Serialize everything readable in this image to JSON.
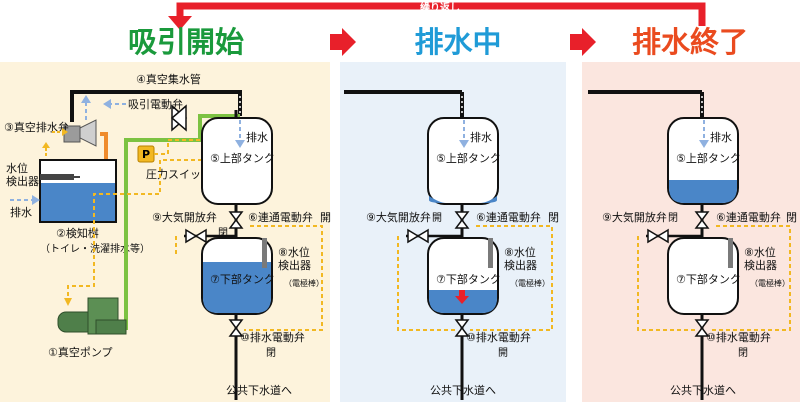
{
  "loop_label": "繰り返し",
  "colors": {
    "phase1": "#1a9a3c",
    "phase2": "#1f9bd7",
    "phase3": "#ea4b1f",
    "arrow_red": "#e8202a",
    "panel1": "#fdf3dc",
    "panel2": "#e9f1f9",
    "panel3": "#fbe6df",
    "water": "#4a86c8",
    "pipe_green": "#7cc242",
    "pipe_orange": "#ef8b2c",
    "signal_dash": "#f2b822",
    "vacuum_dash": "#8fb1e0"
  },
  "phases": [
    {
      "title": "吸引開始"
    },
    {
      "title": "排水中"
    },
    {
      "title": "排水終了"
    }
  ],
  "panel1": {
    "vacuum_main": "④真空集水管",
    "vacuum_valve": "③真空排水弁",
    "suction_valve": "吸引電動弁",
    "level_detector": "水位\n検出器",
    "drain_arrow": "排水",
    "sensing_tank": "②検知桝",
    "sensing_tank_note": "（トイレ・洗濯排水等）",
    "pump": "①真空ポンプ",
    "pressure_icon": "P",
    "pressure_switch": "圧力スイッチ"
  },
  "common": {
    "drain_in": "排水",
    "upper_tank": "⑤上部タンク",
    "lower_tank": "⑦下部タンク",
    "link_valve": "⑥連通電動弁",
    "vent_valve": "⑨大気開放弁",
    "level_detector": "⑧水位\n検出器",
    "electrode": "（電極棒）",
    "drain_valve": "⑩排水電動弁",
    "sewer": "公共下水道へ",
    "open": "開",
    "closed": "閉"
  }
}
